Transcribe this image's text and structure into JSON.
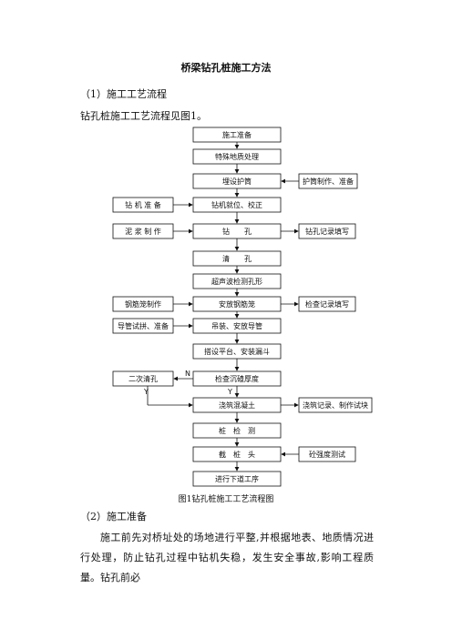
{
  "doc": {
    "title": "桥梁钻孔桩施工方法",
    "section1_heading": "（1）施工工艺流程",
    "section1_intro": "钻孔桩施工工艺流程见图1。",
    "figure_caption": "图1钻孔桩施工工艺流程图",
    "section2_heading": "（2）施工准备",
    "section2_paragraph": "施工前先对桥址处的场地进行平整,并根据地表、地质情况进行处理，防止钻孔过程中钻机失稳，发生安全事故,影响工程质量。钻孔前必"
  },
  "flowchart": {
    "main_steps": [
      "施工准备",
      "特殊地质处理",
      "埋设护筒",
      "钻机就位、校正",
      "钻　　孔",
      "清　　孔",
      "超声波检测孔形",
      "安放钢筋笼",
      "吊装、安放导管",
      "搭设平台、安装漏斗",
      "检查沉碴厚度",
      "浇筑混凝土",
      "桩　检　测",
      "截　桩　头",
      "进行下道工序"
    ],
    "left_inputs": [
      "钻 机 准 备",
      "泥 浆 制 作",
      "钢筋笼制作",
      "导管试拼、准备",
      "二次清孔"
    ],
    "right_inputs": [
      "护筒制作、准备",
      "钻孔记录填写",
      "检查记录填写",
      "浇筑记录、制作试块",
      "砼强度测试"
    ],
    "branch_labels": [
      "N",
      "Y",
      "Y"
    ]
  }
}
